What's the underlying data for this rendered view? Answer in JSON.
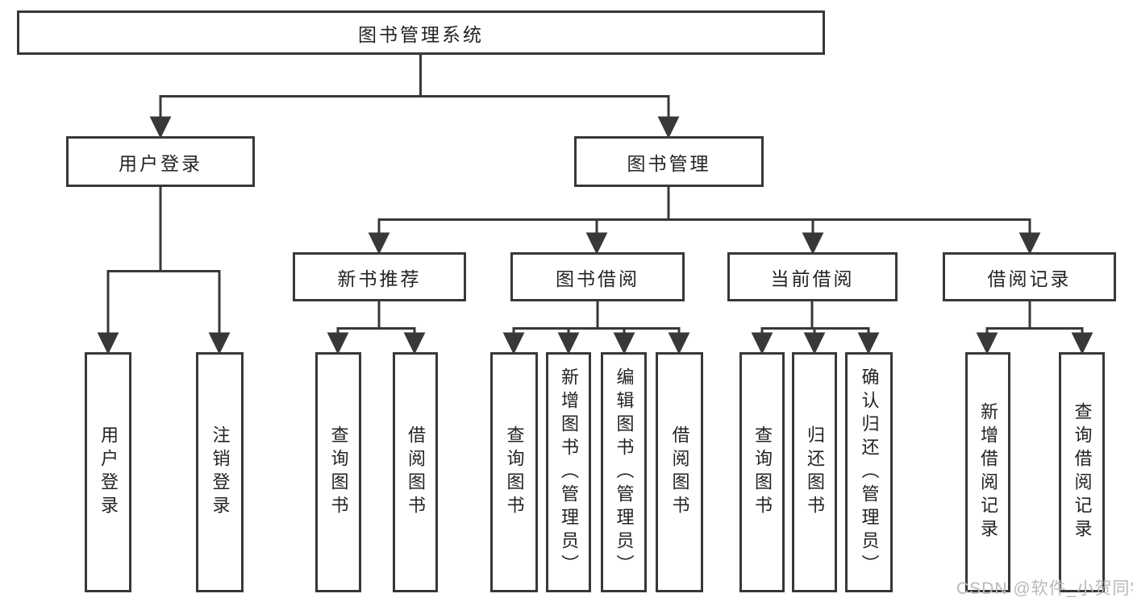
{
  "diagram": {
    "title": "图书管理系统",
    "branches": [
      {
        "label": "用户登录",
        "leaves": [
          {
            "label": "用户登录"
          },
          {
            "label": "注销登录"
          }
        ]
      },
      {
        "label": "图书管理",
        "groups": [
          {
            "label": "新书推荐",
            "leaves": [
              {
                "label": "查询图书"
              },
              {
                "label": "借阅图书"
              }
            ]
          },
          {
            "label": "图书借阅",
            "leaves": [
              {
                "label": "查询图书"
              },
              {
                "label": "新增图书（管理员）"
              },
              {
                "label": "编辑图书（管理员）"
              },
              {
                "label": "借阅图书"
              }
            ]
          },
          {
            "label": "当前借阅",
            "leaves": [
              {
                "label": "查询图书"
              },
              {
                "label": "归还图书"
              },
              {
                "label": "确认归还（管理员）"
              }
            ]
          },
          {
            "label": "借阅记录",
            "leaves": [
              {
                "label": "新增借阅记录"
              },
              {
                "label": "查询借阅记录"
              }
            ]
          }
        ]
      }
    ]
  },
  "watermark": {
    "text": "CSDN @软件_小贺同学"
  },
  "colors": {
    "line": "#383838",
    "text": "#232323",
    "watermark": "#b9b9b9",
    "background": "#ffffff"
  }
}
